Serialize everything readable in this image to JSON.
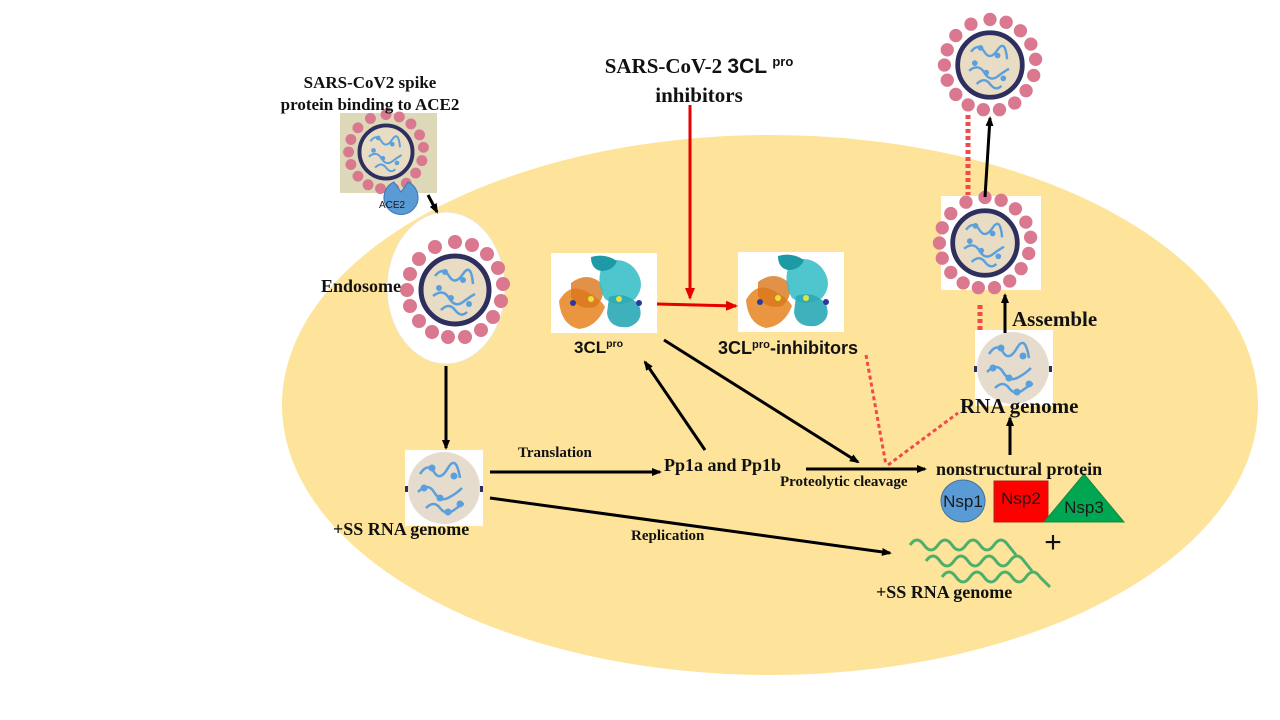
{
  "diagram": {
    "title_spike": [
      "SARS-CoV2  spike",
      "protein binding  to ACE2"
    ],
    "receptor_label": "ACE2",
    "endosome_label": "Endosome",
    "inhibitor_title": {
      "line1": "SARS-CoV-2 ",
      "line1_sans": "3CL",
      "line1_sup": "pro",
      "line2": "inhibitors"
    },
    "protease_label": {
      "base": "3CL",
      "sup": "pro"
    },
    "protease_inhibitor_label": {
      "base": "3CL",
      "sup": "pro",
      "suffix": "-inhibitors"
    },
    "ss_rna_label": "+SS RNA genome",
    "translation_label": "Translation",
    "polyprotein_label": "Pp1a and Pp1b",
    "cleavage_label": "Proteolytic cleavage",
    "replication_label": "Replication",
    "nonstructural_label": "nonstructural  protein",
    "nsp": [
      {
        "label": "Nsp1",
        "shape": "ellipse",
        "color": "#5b9bd5"
      },
      {
        "label": "Nsp2",
        "shape": "rectangle",
        "color": "#ff0000"
      },
      {
        "label": "Nsp3",
        "shape": "triangle",
        "color": "#00a651"
      }
    ],
    "plus_sign": "+",
    "new_rna_label": "+SS RNA genome",
    "rna_genome_label": "RNA genome",
    "assemble_label": "Assemble"
  },
  "colors": {
    "cell": "#fde49a",
    "inhibition_arrow": "#e60000",
    "inhibition_dashed": "#f04a4a",
    "arrow": "#000000",
    "spike": "#d9788f",
    "envelope": "#2f2f5f",
    "rna": "#5aa0dc",
    "capsid": "#e8dcc4",
    "rna_wave": "#4caf6b",
    "protease_orange": "#e88a2a",
    "protease_cyan": "#3cbfc8"
  }
}
